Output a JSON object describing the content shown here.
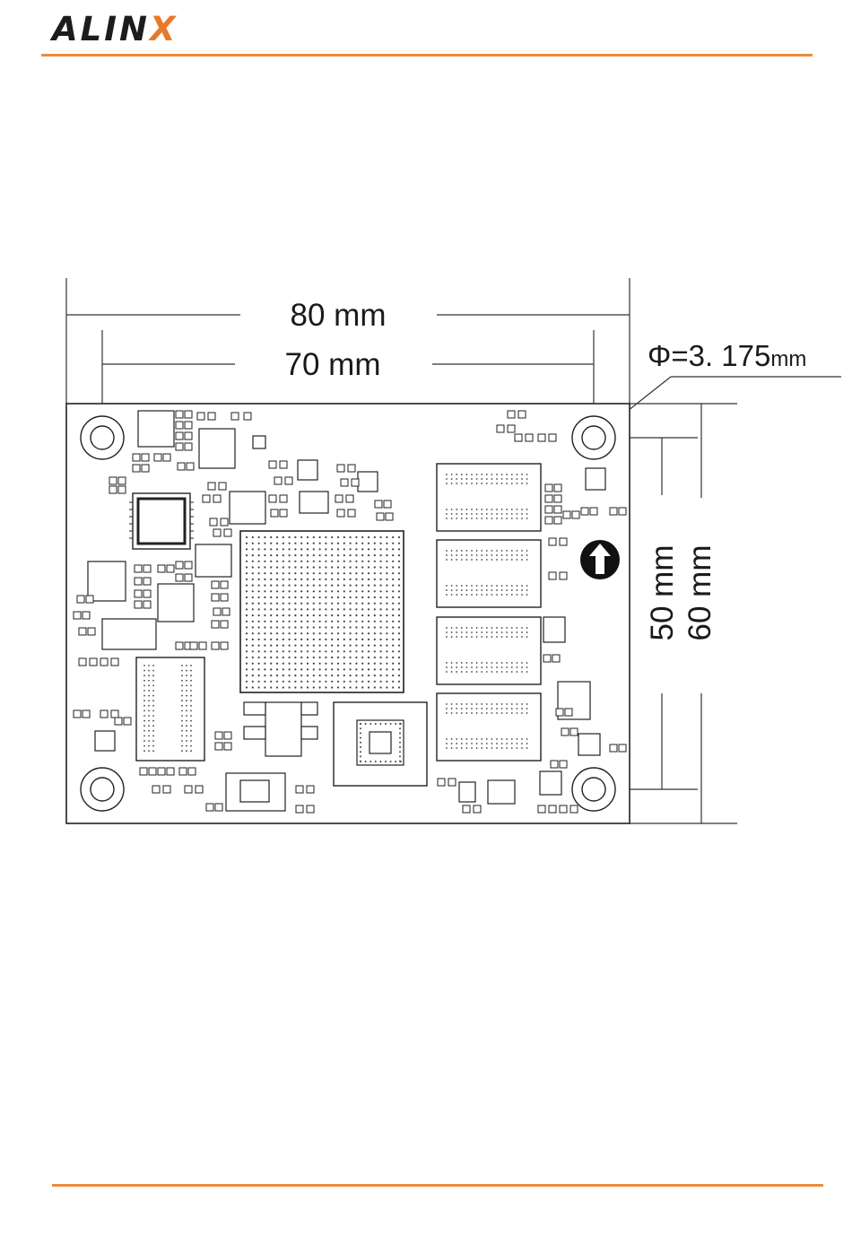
{
  "header": {
    "logo_prefix": "ALIN",
    "logo_accent": "X",
    "brand_color": "#ee8a3a"
  },
  "figure": {
    "dim_width_outer": "80 mm",
    "dim_width_inner": "70 mm",
    "dim_height_inner": "50 mm",
    "dim_height_outer": "60 mm",
    "hole_prefix": "Φ=3. 175",
    "hole_unit": "mm",
    "orientation_icon": "up-arrow-icon"
  }
}
